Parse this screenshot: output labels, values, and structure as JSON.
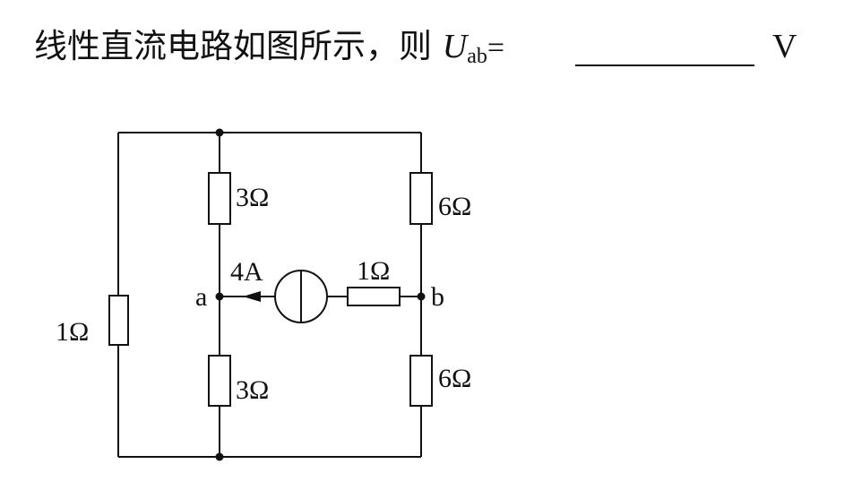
{
  "question": {
    "text": "线性直流电路如图所示，则 ",
    "variable": "U",
    "subscript": "ab",
    "equals": "=",
    "answer_blank": "",
    "unit": "V"
  },
  "circuit": {
    "labels": {
      "r_top_mid": "3Ω",
      "r_top_right": "6Ω",
      "r_left": "1Ω",
      "r_bot_mid": "3Ω",
      "r_bot_right": "6Ω",
      "r_series": "1Ω",
      "current_source": "4A",
      "node_a": "a",
      "node_b": "b"
    }
  }
}
